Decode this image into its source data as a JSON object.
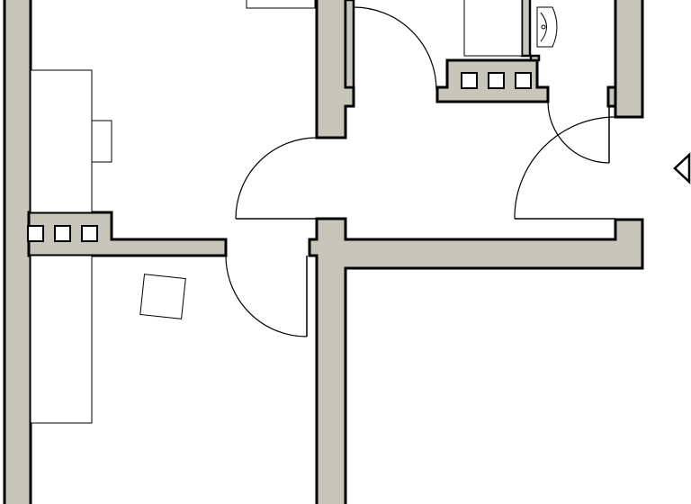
{
  "plan": {
    "colors": {
      "wall": "#c8c5bb",
      "line": "#000000",
      "background": "#ffffff"
    },
    "rooms": [
      "room-left-upper",
      "room-left-lower",
      "hallway",
      "bathroom",
      "room-lower-right"
    ],
    "icons": [
      "door-swing-icon",
      "ventilation-shaft-icon",
      "entrance-arrow-icon",
      "washbasin-icon"
    ]
  }
}
